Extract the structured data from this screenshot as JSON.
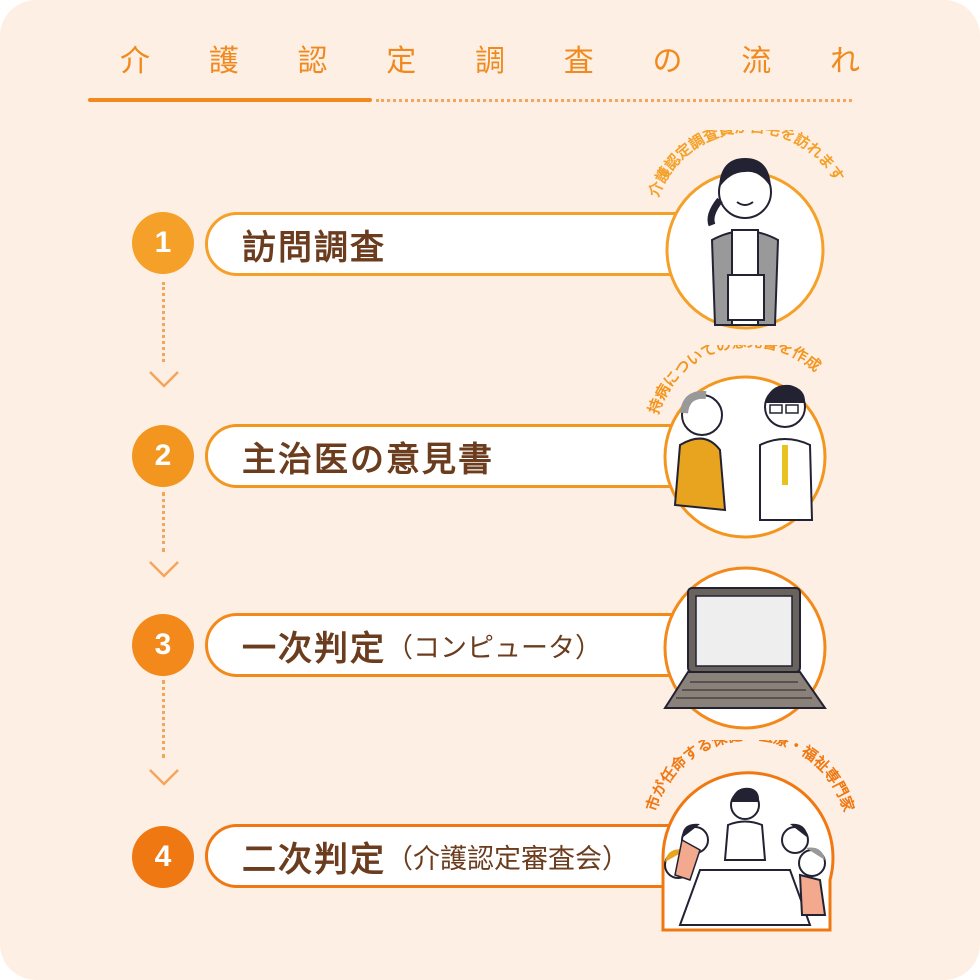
{
  "title": [
    "介",
    "護",
    "認",
    "定",
    "調",
    "査",
    "の",
    "流",
    "れ"
  ],
  "steps": [
    {
      "number": "1",
      "label": "訪問調査",
      "sub": "",
      "caption": "介護認定調査員が自宅を訪れます",
      "color": "#f5a028"
    },
    {
      "number": "2",
      "label": "主治医の意見書",
      "sub": "",
      "caption": "持病についての意見書を作成",
      "color": "#f39620"
    },
    {
      "number": "3",
      "label": "一次判定",
      "sub": "（コンピュータ）",
      "caption": "",
      "color": "#f2891a"
    },
    {
      "number": "4",
      "label": "二次判定",
      "sub": "（介護認定審査会）",
      "caption": "市が任命する保健・医療・福祉専門家",
      "color": "#f07812"
    }
  ],
  "colors": {
    "background": "#fdefe4",
    "accent": "#f08a1e",
    "text": "#6b3d1e"
  }
}
